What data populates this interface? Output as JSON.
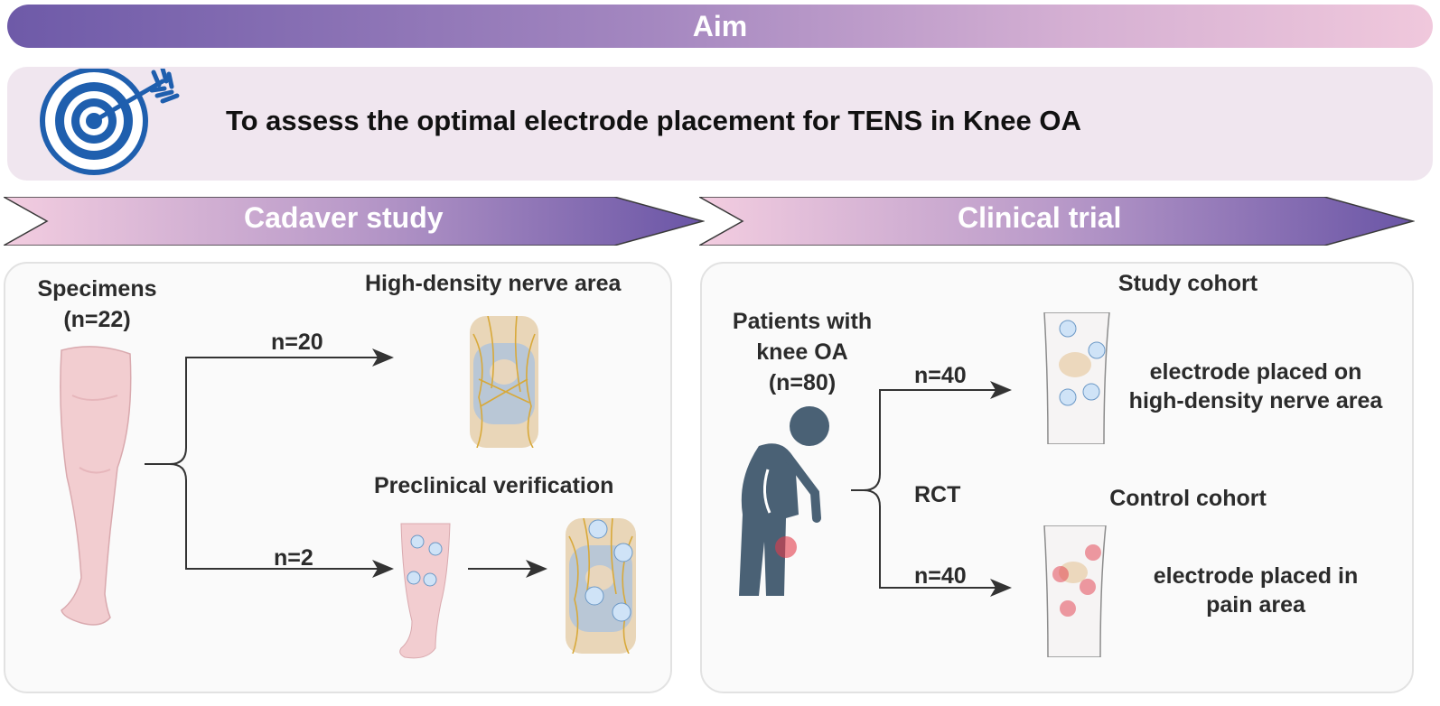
{
  "aim": {
    "header": "Aim",
    "statement": "To assess the optimal electrode placement for TENS in Knee OA",
    "icon": "target-icon"
  },
  "cadaver": {
    "banner": "Cadaver study",
    "specimens_title": "Specimens",
    "specimens_n": "(n=22)",
    "branch_top_n": "n=20",
    "branch_bottom_n": "n=2",
    "result_top": "High-density nerve area",
    "result_bottom": "Preclinical verification"
  },
  "clinical": {
    "banner": "Clinical trial",
    "patients_line1": "Patients with",
    "patients_line2": "knee OA",
    "patients_n": "(n=80)",
    "design": "RCT",
    "branch_top_n": "n=40",
    "branch_bottom_n": "n=40",
    "study_cohort": "Study cohort",
    "study_desc_line1": "electrode placed on",
    "study_desc_line2": "high-density nerve area",
    "control_cohort": "Control cohort",
    "control_desc_line1": "electrode placed in",
    "control_desc_line2": "pain area"
  },
  "colors": {
    "purple_dark": "#6e5aa8",
    "pink_light": "#f0c8dc",
    "aim_box": "#f0e6ef",
    "figure_slate": "#4a6175",
    "target_blue": "#1f5fae"
  }
}
